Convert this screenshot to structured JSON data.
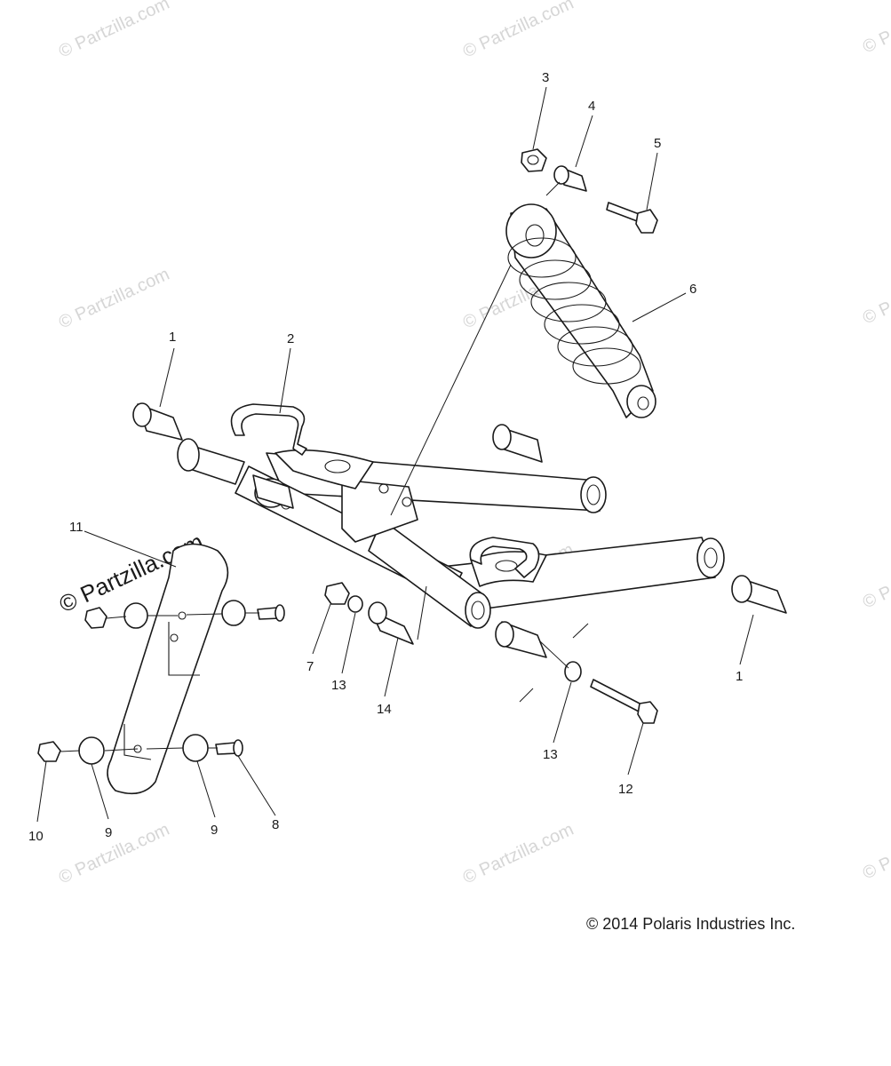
{
  "watermark": {
    "text": "© Partzilla.com",
    "primary_text": "© Partzilla.com",
    "color": "#d6d6d6"
  },
  "copyright": "© 2014 Polaris Industries Inc.",
  "callouts": [
    "1",
    "2",
    "3",
    "4",
    "5",
    "6",
    "1",
    "7",
    "8",
    "9",
    "9",
    "10",
    "11",
    "12",
    "13",
    "13",
    "14"
  ]
}
